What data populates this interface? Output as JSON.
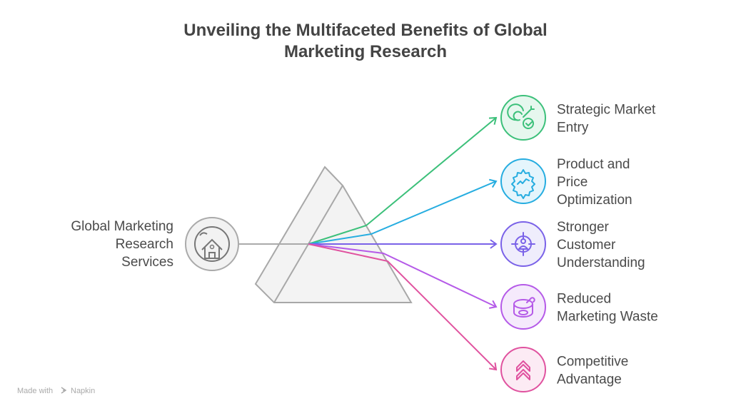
{
  "title": {
    "line1": "Unveiling the Multifaceted Benefits of Global",
    "line2": "Marketing Research"
  },
  "source": {
    "lines": [
      "Global Marketing",
      "Research",
      "Services"
    ],
    "icon": "globe-house-icon"
  },
  "outputs": [
    {
      "lines": [
        "Strategic Market",
        "Entry"
      ],
      "icon": "target-check-icon",
      "color": "#3cc07a",
      "fill": "#e6f7ee"
    },
    {
      "lines": [
        "Product and",
        "Price",
        "Optimization"
      ],
      "icon": "gear-chart-icon",
      "color": "#26ade0",
      "fill": "#e5f5fc"
    },
    {
      "lines": [
        "Stronger",
        "Customer",
        "Understanding"
      ],
      "icon": "crosshair-user-icon",
      "color": "#7a62e8",
      "fill": "#efedfc"
    },
    {
      "lines": [
        "Reduced",
        "Marketing Waste"
      ],
      "icon": "tin-can-icon",
      "color": "#b55ae8",
      "fill": "#f5eafc"
    },
    {
      "lines": [
        "Competitive",
        "Advantage"
      ],
      "icon": "chevrons-up-icon",
      "color": "#e0529f",
      "fill": "#fcebf4"
    }
  ],
  "footer": {
    "made_with": "Made with",
    "brand": "Napkin"
  }
}
